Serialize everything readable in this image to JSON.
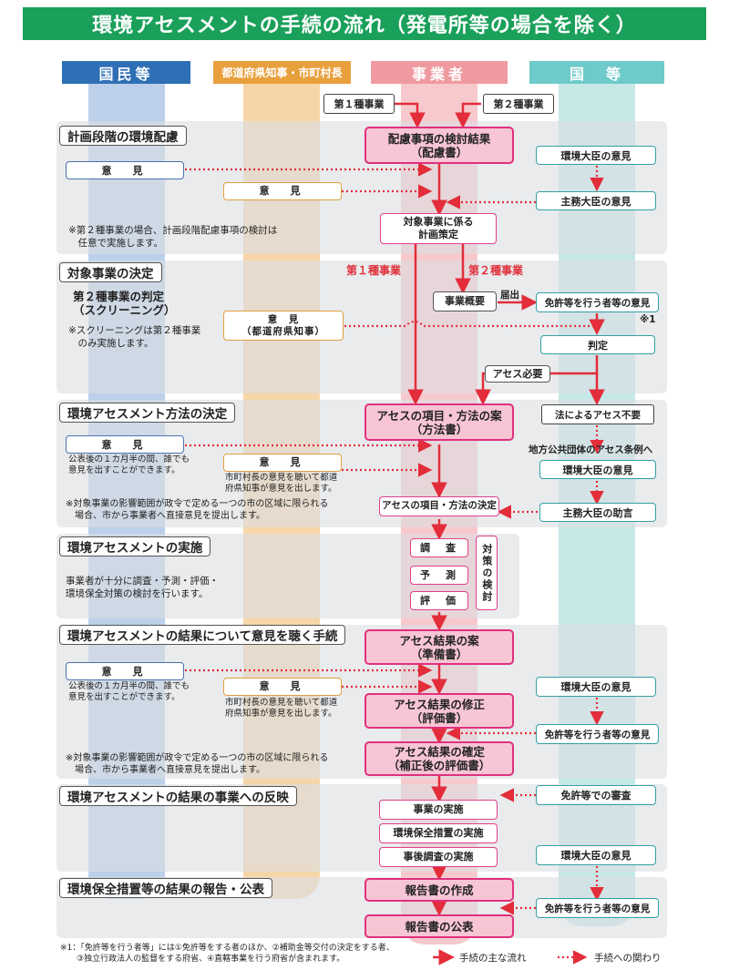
{
  "title": "環境アセスメントの手続の流れ（発電所等の場合を除く）",
  "columns": {
    "citizens": "国民等",
    "governor": "都道府県知事・市町村長",
    "operator": "事業者",
    "national": "国　等"
  },
  "sections": {
    "s1": "計画段階の環境配慮",
    "s2": "対象事業の決定",
    "s3": "環境アセスメント方法の決定",
    "s4": "環境アセスメントの実施",
    "s5": "環境アセスメントの結果について意見を聴く手続",
    "s6": "環境アセスメントの結果の事業への反映",
    "s7": "環境保全措置等の結果の報告・公表"
  },
  "starts": {
    "type1": "第１種事業",
    "type2": "第２種事業"
  },
  "s1": {
    "consider": "配慮事項の検討結果\n（配慮書）",
    "citizen_opinion": "意　見",
    "gov_opinion": "意　見",
    "env_minister": "環境大臣の意見",
    "competent_minister": "主務大臣の意見",
    "plan": "対象事業に係る\n計画策定",
    "note": "※第２種事業の場合、計画段階配慮事項の検討は\n　任意で実施します。"
  },
  "s2": {
    "label_type1": "第１種事業",
    "label_type2": "第２種事業",
    "screening_title": "第２種事業の判定\n（スクリーニング）",
    "screening_note": "※スクリーニングは第２種事業\n　のみ実施します。",
    "gov_opinion": "意　見\n（都道府県知事）",
    "outline": "事業概要",
    "submit": "届出",
    "licensor_opinion": "免許等を行う者等の意見",
    "mark1": "※1",
    "judgement": "判定",
    "assess_required": "アセス必要"
  },
  "s3": {
    "method_draft": "アセスの項目・方法の案\n（方法書）",
    "not_required": "法によるアセス不要",
    "local_ordinance": "地方公共団体のアセス条例へ",
    "citizen_opinion": "意　見",
    "citizen_note": "公表後の１カ月半の間、誰でも\n意見を出すことができます。",
    "gov_opinion": "意　見",
    "gov_note": "市町村長の意見を聴いて都道\n府県知事が意見を出します。",
    "env_minister": "環境大臣の意見",
    "method_decision": "アセスの項目・方法の決定",
    "competent_advice": "主務大臣の助言",
    "note": "※対象事業の影響範囲が政令で定める一つの市の区域に限られる\n　場合、市から事業者へ直接意見を提出します。"
  },
  "s4": {
    "survey": "調　査",
    "forecast": "予　測",
    "evaluate": "評　価",
    "measures": "対策の検討",
    "note": "事業者が十分に調査・予測・評価・\n環境保全対策の検討を行います。"
  },
  "s5": {
    "draft_result": "アセス結果の案\n（準備書）",
    "citizen_opinion": "意　見",
    "citizen_note": "公表後の１カ月半の間、誰でも\n意見を出すことができます。",
    "gov_opinion": "意　見",
    "gov_note": "市町村長の意見を聴いて都道\n府県知事が意見を出します。",
    "revised_result": "アセス結果の修正\n（評価書）",
    "env_minister": "環境大臣の意見",
    "licensor_opinion": "免許等を行う者等の意見",
    "final_result": "アセス結果の確定\n（補正後の評価書）",
    "note": "※対象事業の影響範囲が政令で定める一つの市の区域に限られる\n　場合、市から事業者へ直接意見を提出します。"
  },
  "s6": {
    "license_review": "免許等での審査",
    "implement": "事業の実施",
    "conservation": "環境保全措置の実施",
    "post_survey": "事後調査の実施",
    "env_minister": "環境大臣の意見"
  },
  "s7": {
    "report_create": "報告書の作成",
    "licensor_opinion": "免許等を行う者等の意見",
    "report_publish": "報告書の公表"
  },
  "footer": {
    "footnote": "※1：「免許等を行う者等」には①免許等をする者のほか、②補助金等交付の決定をする者、\n　　③独立行政法人の監督をする府省、④直轄事業を行う府省が含まれます。",
    "legend_main": "手続の主な流れ",
    "legend_involve": "手続への関わり"
  },
  "colors": {
    "title_bg": "#1aa05a",
    "citizens": "#2f6fb5",
    "governor": "#e8a03c",
    "operator": "#e66f78",
    "national": "#5cc3c3",
    "flow": "#e32d3a"
  }
}
